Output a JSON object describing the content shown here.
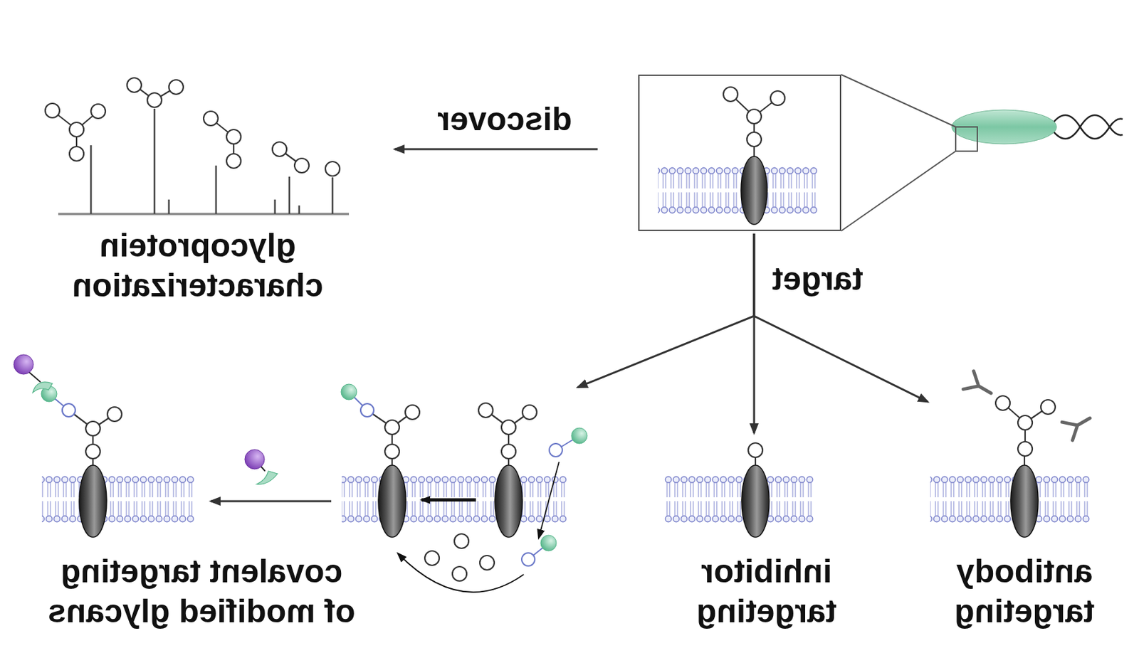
{
  "diagram": {
    "nodes": [
      {
        "text": [
          "glycoprotein characterization"
        ]
      },
      {
        "text": []
      },
      {
        "text": [
          "covalent targeting of modified glycans"
        ]
      },
      {
        "text": []
      },
      {
        "text": [
          "inhibitor targeting"
        ]
      },
      {
        "text": [
          "antibody targeting"
        ]
      }
    ],
    "edges": [
      {
        "from": 1,
        "to": 0,
        "arrow": "to",
        "label": "discover"
      },
      {
        "from": 1,
        "to": 3,
        "arrow": "to"
      },
      {
        "from": 1,
        "to": 4,
        "arrow": "to",
        "label": "target"
      },
      {
        "from": 1,
        "to": 5,
        "arrow": "to"
      },
      {
        "from": 3,
        "to": 2,
        "arrow": "to"
      }
    ]
  }
}
